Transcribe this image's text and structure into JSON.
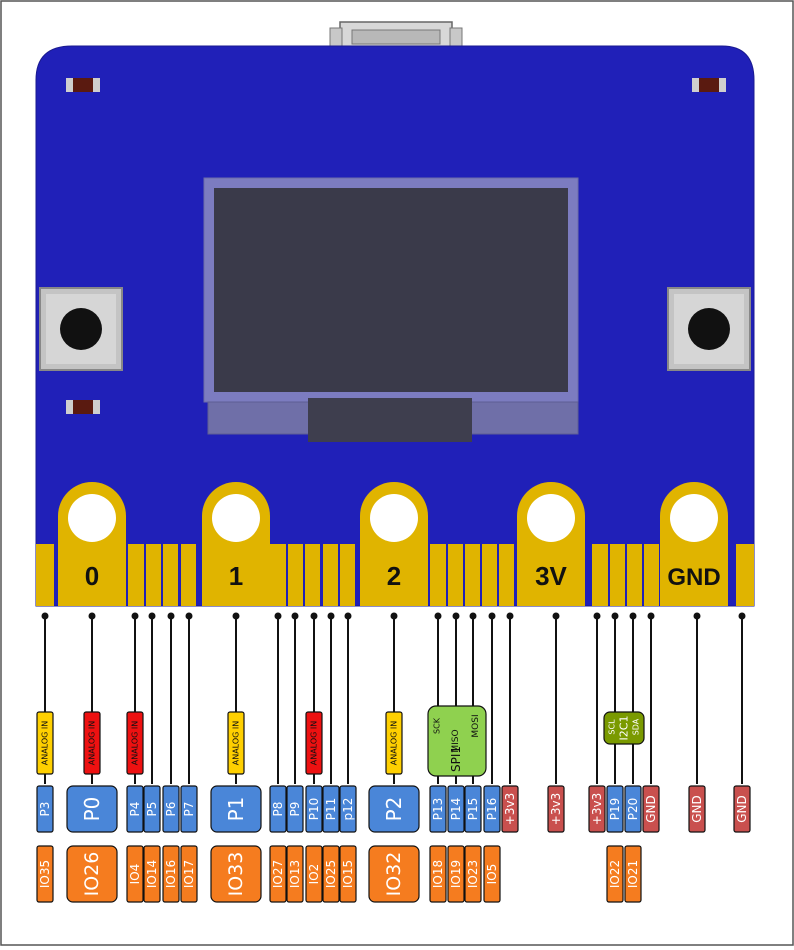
{
  "pads": [
    {
      "label": "0",
      "name": "pad-0"
    },
    {
      "label": "1",
      "name": "pad-1"
    },
    {
      "label": "2",
      "name": "pad-2"
    },
    {
      "label": "3V",
      "name": "pad-3v"
    },
    {
      "label": "GND",
      "name": "pad-gnd"
    }
  ],
  "pins": [
    {
      "id": "p3",
      "pin": "P3",
      "io": "IO35",
      "tag": {
        "text": "ANALOG IN",
        "kind": "analog-yellow"
      }
    },
    {
      "id": "p0",
      "pin": "P0",
      "io": "IO26",
      "tag": {
        "text": "ANALOG IN",
        "kind": "analog-red"
      },
      "big": true
    },
    {
      "id": "p4",
      "pin": "P4",
      "io": "IO4",
      "tag": {
        "text": "ANALOG IN",
        "kind": "analog-red"
      }
    },
    {
      "id": "p5",
      "pin": "P5",
      "io": "IO14"
    },
    {
      "id": "p6",
      "pin": "P6",
      "io": "IO16"
    },
    {
      "id": "p7",
      "pin": "P7",
      "io": "IO17"
    },
    {
      "id": "p1",
      "pin": "P1",
      "io": "IO33",
      "tag": {
        "text": "ANALOG IN",
        "kind": "analog-yellow"
      },
      "big": true
    },
    {
      "id": "p8",
      "pin": "P8",
      "io": "IO27"
    },
    {
      "id": "p9",
      "pin": "P9",
      "io": "IO13"
    },
    {
      "id": "p10",
      "pin": "P10",
      "io": "IO2",
      "tag": {
        "text": "ANALOG IN",
        "kind": "analog-red"
      }
    },
    {
      "id": "p11",
      "pin": "P11",
      "io": "IO25"
    },
    {
      "id": "p12",
      "pin": "p12",
      "io": "IO15"
    },
    {
      "id": "p2",
      "pin": "P2",
      "io": "IO32",
      "tag": {
        "text": "ANALOG IN",
        "kind": "analog-yellow"
      },
      "big": true
    },
    {
      "id": "p13",
      "pin": "P13",
      "io": "IO18"
    },
    {
      "id": "p14",
      "pin": "P14",
      "io": "IO19"
    },
    {
      "id": "p15",
      "pin": "P15",
      "io": "IO23"
    },
    {
      "id": "p16",
      "pin": "P16",
      "io": "IO5"
    },
    {
      "id": "v3a",
      "pin": "+3v3",
      "power": true
    },
    {
      "id": "v3b",
      "pin": "+3v3",
      "power": true
    },
    {
      "id": "v3c",
      "pin": "+3v3",
      "power": true
    },
    {
      "id": "p19",
      "pin": "P19",
      "io": "IO22"
    },
    {
      "id": "p20",
      "pin": "P20",
      "io": "IO21"
    },
    {
      "id": "gnd1",
      "pin": "GND",
      "power": true
    },
    {
      "id": "gnd2",
      "pin": "GND",
      "power": true
    },
    {
      "id": "gnd3",
      "pin": "GND",
      "power": true
    }
  ],
  "spi": {
    "title": "SPI1",
    "sck": "SCK",
    "miso": "MISO",
    "mosi": "MOSI"
  },
  "i2c": {
    "title": "I2C1",
    "scl": "SCL",
    "sda": "SDA"
  },
  "colors": {
    "board": "#2020b8",
    "gold": "#e0b400",
    "pin_blue": "#4a86d8",
    "io_orange": "#f57c1f",
    "power_red": "#c9504e",
    "analog_yellow": "#ffd000",
    "analog_red": "#ee1111",
    "spi_green": "#8fd14f",
    "i2c_olive": "#7a9a00",
    "screen": "#3a3a4a",
    "screen_frame": "#7c7cc0"
  }
}
